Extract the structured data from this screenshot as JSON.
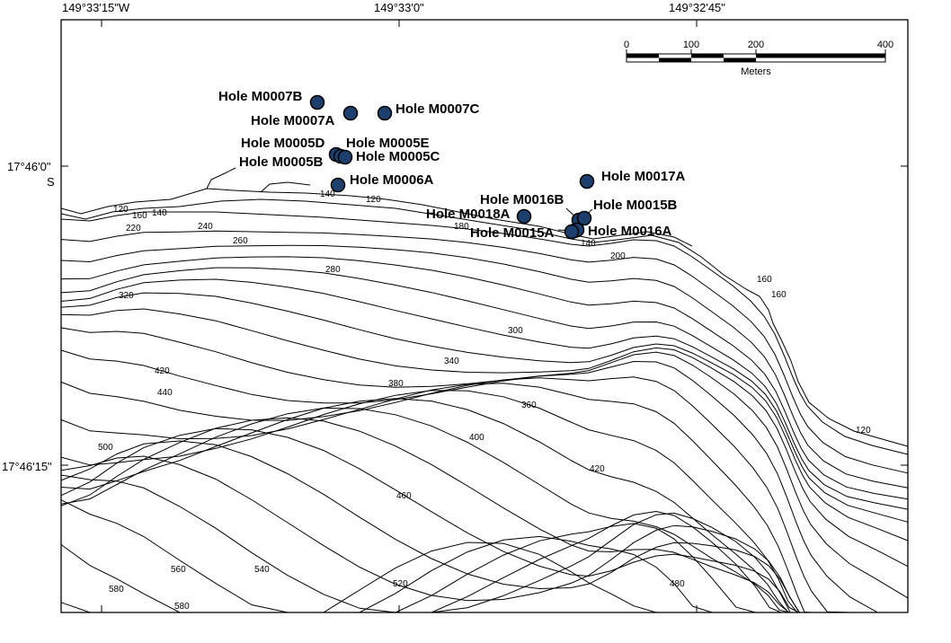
{
  "grid": {
    "top_labels": [
      "149°33'15\"W",
      "149°33'0\"",
      "149°32'45\""
    ],
    "left_labels": [
      {
        "line1": "17°46'0\"",
        "line2": "S"
      },
      {
        "line1": "17°46'15\"",
        "line2": ""
      }
    ]
  },
  "scale_bar": {
    "ticks": [
      "0",
      "100",
      "200",
      "400"
    ],
    "unit": "Meters"
  },
  "holes": [
    {
      "label": "Hole M0007B"
    },
    {
      "label": "Hole M0007A"
    },
    {
      "label": "Hole M0007C"
    },
    {
      "label": "Hole M0005D"
    },
    {
      "label": "Hole M0005E"
    },
    {
      "label": "Hole M0005C"
    },
    {
      "label": "Hole M0005B"
    },
    {
      "label": "Hole M0006A"
    },
    {
      "label": "Hole M0017A"
    },
    {
      "label": "Hole M0016B"
    },
    {
      "label": "Hole M0015B"
    },
    {
      "label": "Hole M0018A"
    },
    {
      "label": "Hole M0015A"
    },
    {
      "label": "Hole M0016A"
    }
  ],
  "contour_labels": [
    "120",
    "160",
    "140",
    "220",
    "240",
    "260",
    "280",
    "320",
    "140",
    "120",
    "180",
    "140",
    "200",
    "160",
    "160",
    "300",
    "340",
    "380",
    "360",
    "420",
    "440",
    "400",
    "120",
    "420",
    "500",
    "460",
    "560",
    "540",
    "520",
    "480",
    "580",
    "580"
  ],
  "colors": {
    "marker_fill": "#1d3f6e",
    "marker_stroke": "#000000",
    "contour": "#000000",
    "background": "#ffffff"
  }
}
